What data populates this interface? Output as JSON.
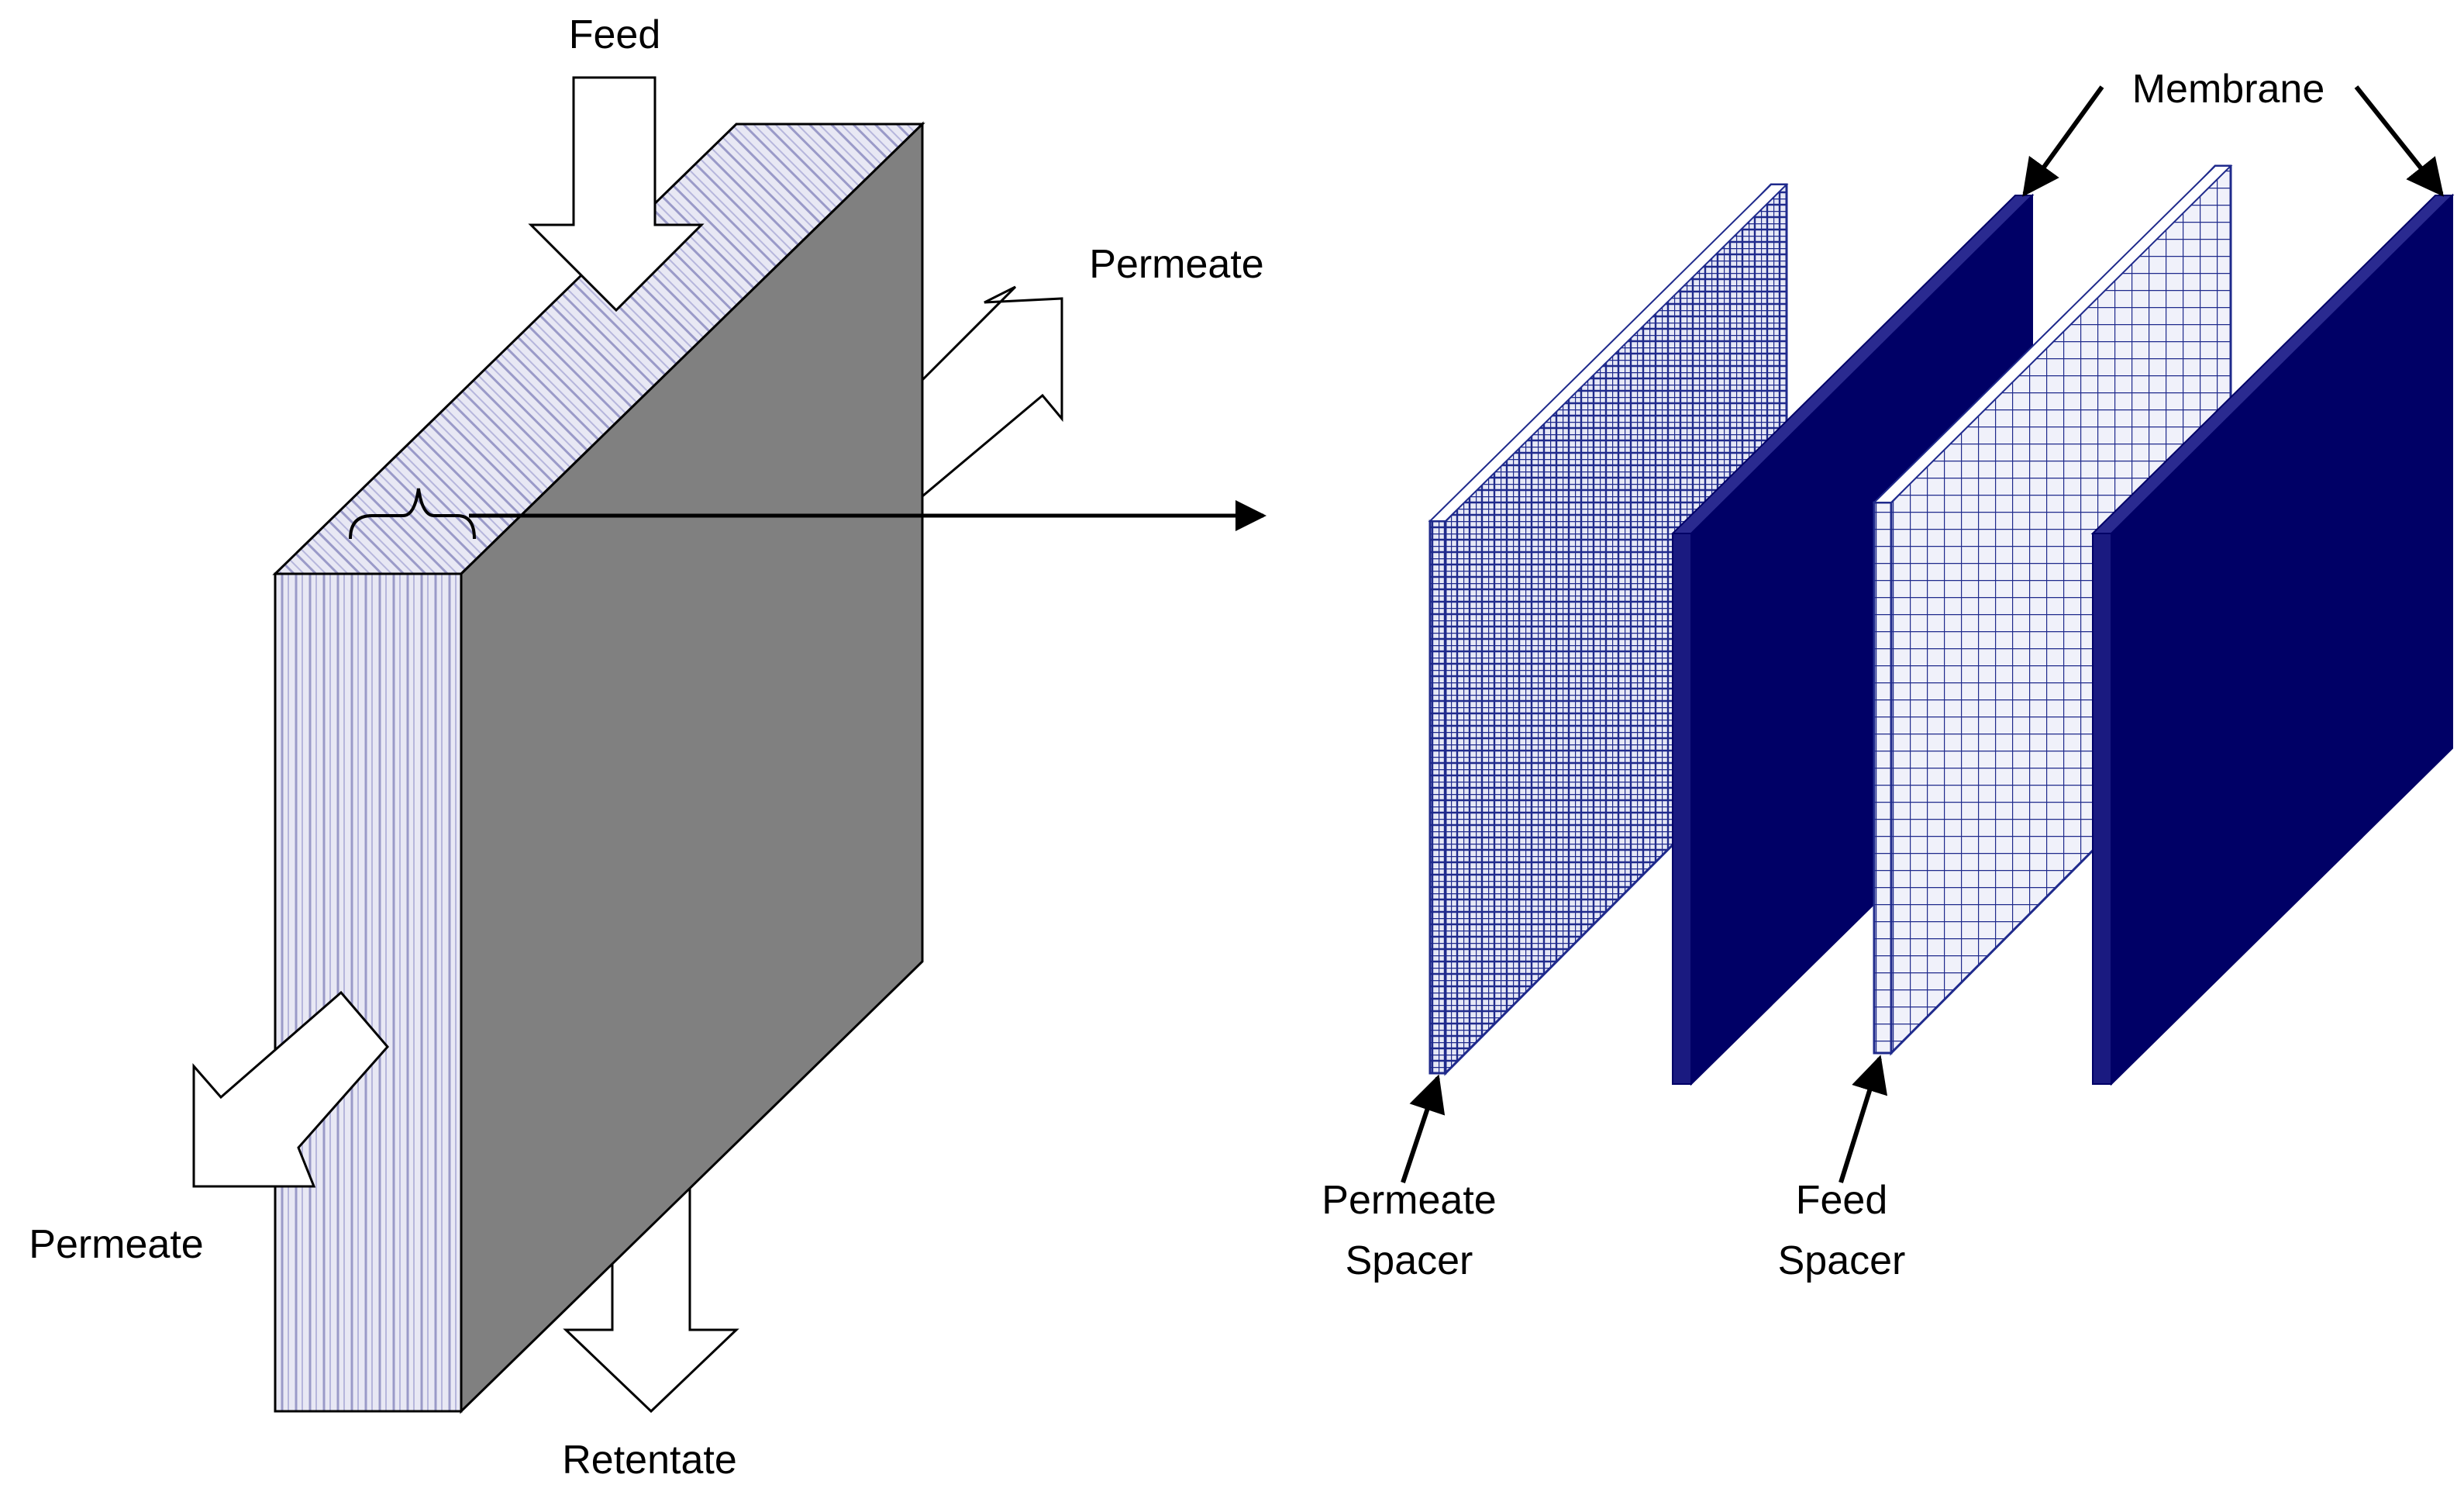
{
  "labels": {
    "feed": "Feed",
    "permeate_top": "Permeate",
    "permeate_left": "Permeate",
    "retentate": "Retentate",
    "membrane": "Membrane",
    "permeate_spacer_line1": "Permeate",
    "permeate_spacer_line2": "Spacer",
    "feed_spacer_line1": "Feed",
    "feed_spacer_line2": "Spacer"
  },
  "colors": {
    "membrane_fill": "#000066",
    "membrane_edge": "#1a1a80",
    "spacer_grid": "#1f2a8c",
    "module_front": "#808080",
    "module_side": "#e8e8f4",
    "module_stripes": "#9a9ac8",
    "arrow_fill": "#ffffff",
    "outline": "#000000"
  }
}
